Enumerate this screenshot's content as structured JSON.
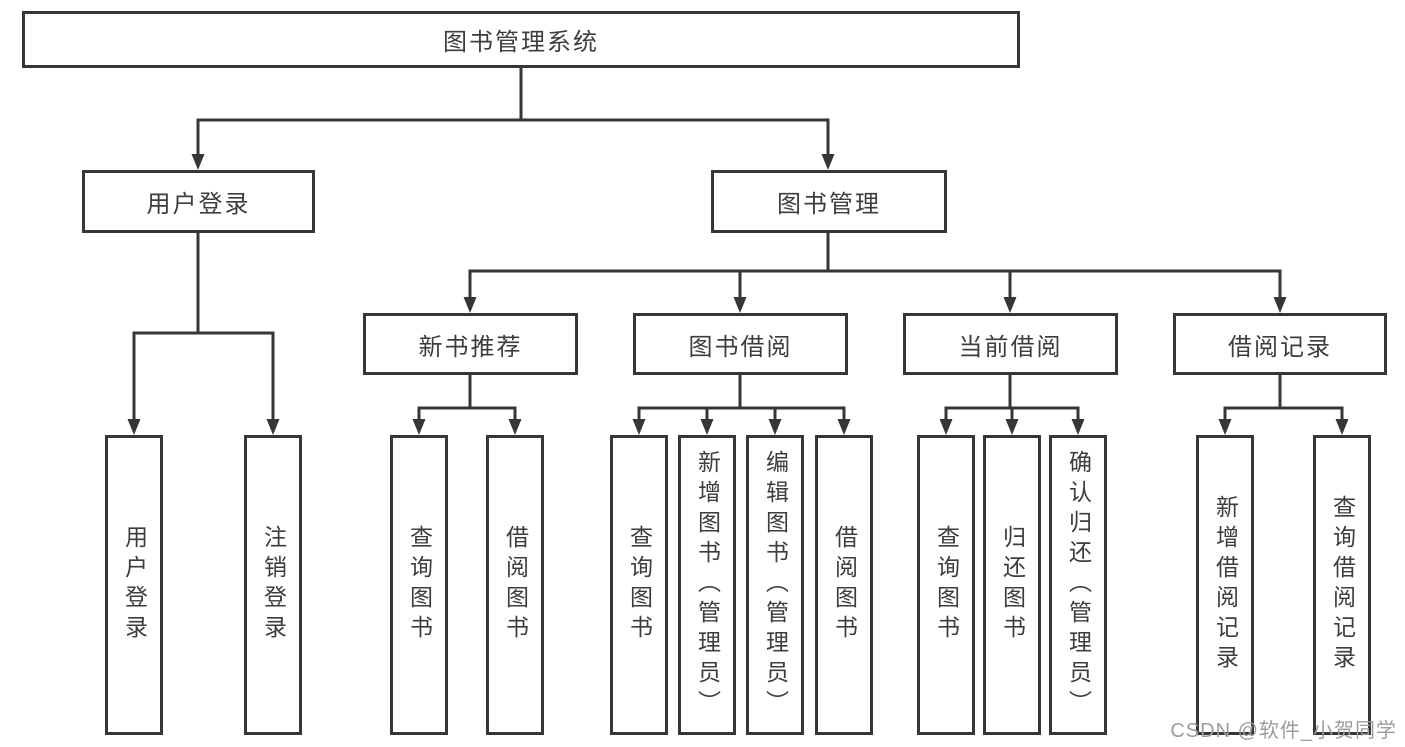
{
  "diagram": {
    "title_node": "图书管理系统",
    "level2": {
      "user_login": "用户登录",
      "book_management": "图书管理"
    },
    "level3": {
      "new_book_recommend": "新书推荐",
      "book_borrow": "图书借阅",
      "current_borrow": "当前借阅",
      "borrow_record": "借阅记录"
    },
    "leaves": {
      "user_login": "用户登录",
      "logout": "注销登录",
      "query_book_1": "查询图书",
      "borrow_book_1": "借阅图书",
      "query_book_2": "查询图书",
      "add_book_admin": "新增图书（管理员）",
      "edit_book_admin": "编辑图书（管理员）",
      "borrow_book_2": "借阅图书",
      "query_book_3": "查询图书",
      "return_book": "归还图书",
      "confirm_return_admin": "确认归还（管理员）",
      "add_borrow_record": "新增借阅记录",
      "query_borrow_record": "查询借阅记录"
    }
  },
  "watermark": {
    "text": "CSDN @软件_小贺同学"
  },
  "colors": {
    "line": "#363636",
    "text": "#3d3d3d",
    "watermark": "#9c9c9c",
    "background": "#ffffff"
  }
}
